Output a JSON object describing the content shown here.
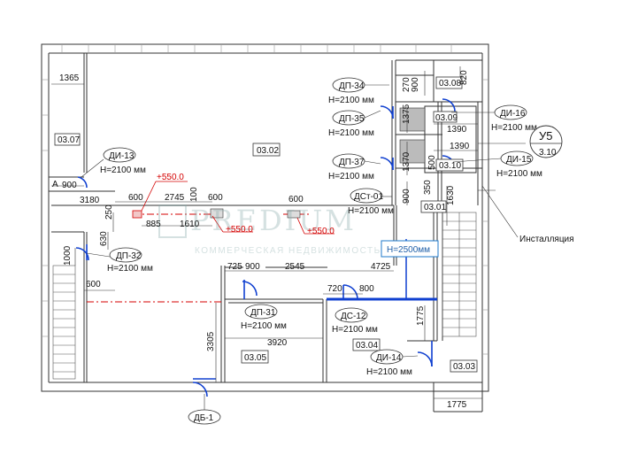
{
  "watermark": {
    "brand": "PREDIUM",
    "tagline": "КОММЕРЧЕСКАЯ НЕДВИЖИМОСТЬ"
  },
  "rooms": {
    "r0307": "03.07",
    "r0302": "03.02",
    "r0308": "03.08",
    "r0309": "03.09",
    "r0310": "03.10",
    "r0301": "03.01",
    "r0305": "03.05",
    "r0304": "03.04",
    "r0303": "03.03"
  },
  "doors": {
    "dp34": {
      "name": "ДП-34",
      "height": "H=2100 мм"
    },
    "dp35": {
      "name": "ДП-35",
      "height": "H=2100 мм"
    },
    "dp37": {
      "name": "ДП-37",
      "height": "H=2100 мм"
    },
    "di16": {
      "name": "ДИ-16",
      "height": "H=2100 мм"
    },
    "di15": {
      "name": "ДИ-15",
      "height": "H=2100 мм"
    },
    "di13": {
      "name": "ДИ-13",
      "height": "H=2100 мм"
    },
    "dst01": {
      "name": "ДСт-01",
      "height": "H=2100 мм"
    },
    "dp32": {
      "name": "ДП-32",
      "height": "H=2100 мм"
    },
    "dp31": {
      "name": "ДП-31",
      "height": "H=2100 мм"
    },
    "ds12": {
      "name": "ДС-12",
      "height": "H=2100 мм"
    },
    "di14": {
      "name": "ДИ-14",
      "height": "H=2100 мм"
    },
    "db1": {
      "name": "ДБ-1"
    }
  },
  "highlight_box": "H=2500мм",
  "section_mark": {
    "letter": "У5",
    "sheet": "3.10"
  },
  "installation_label": "Инсталляция",
  "axis_mark": "А",
  "elevations": {
    "e1": "+550.0",
    "e2": "+550.0",
    "e3": "+550.0"
  },
  "dimensions": {
    "d1365": "1365",
    "d900a": "900",
    "d3180": "3180",
    "d600a": "600",
    "d2745": "2745",
    "d600b": "600",
    "d600c": "600",
    "d100": "100",
    "d885": "885",
    "d1610": "1610",
    "d250": "250",
    "d630": "630",
    "d1000": "1000",
    "d600d": "600",
    "d725": "725",
    "d900b": "900",
    "d2545": "2545",
    "d4725": "4725",
    "d720": "720",
    "d800": "800",
    "d1775a": "1775",
    "d3305": "3305",
    "d3920": "3920",
    "d1775b": "1775",
    "d270": "270",
    "d900c": "900",
    "d820": "820",
    "d1375": "1375",
    "d1390a": "1390",
    "d1390b": "1390",
    "d1370": "1370",
    "d500": "500",
    "d900d": "900",
    "d350": "350",
    "d1630": "1630"
  }
}
